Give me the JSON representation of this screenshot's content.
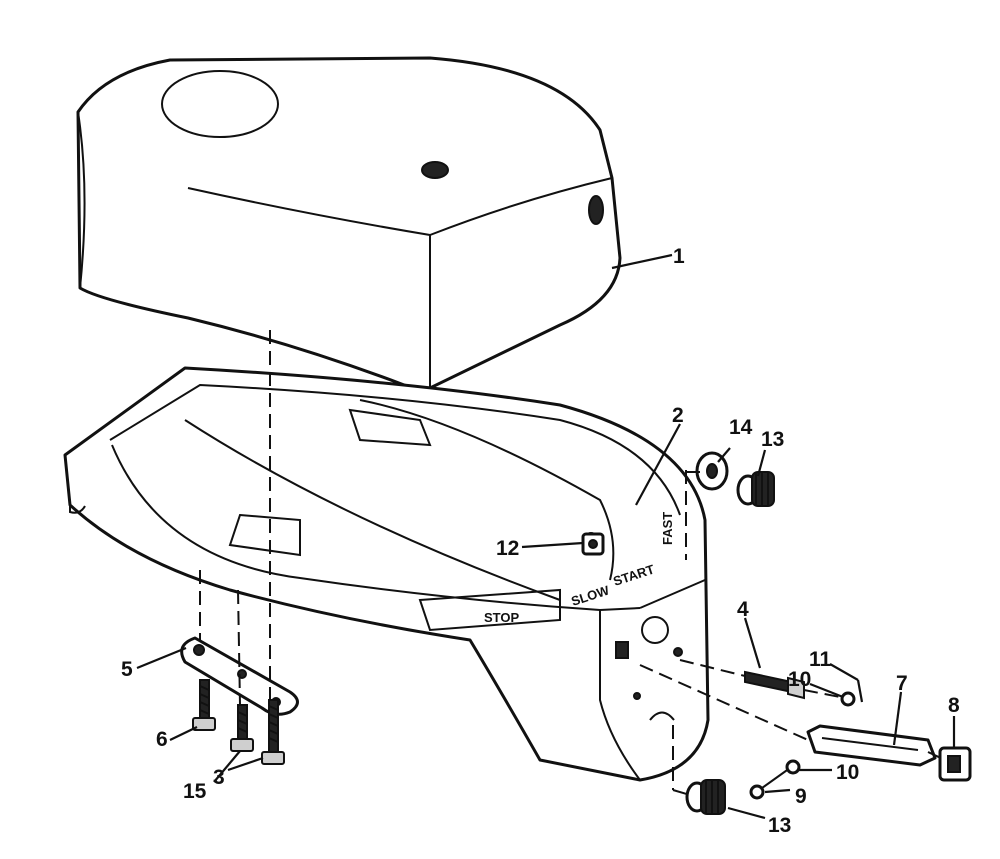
{
  "callouts": [
    {
      "id": "part-1",
      "label": "1"
    },
    {
      "id": "part-2",
      "label": "2"
    },
    {
      "id": "part-3",
      "label": "3"
    },
    {
      "id": "part-4",
      "label": "4"
    },
    {
      "id": "part-5",
      "label": "5"
    },
    {
      "id": "part-6",
      "label": "6"
    },
    {
      "id": "part-7",
      "label": "7"
    },
    {
      "id": "part-8",
      "label": "8"
    },
    {
      "id": "part-9",
      "label": "9"
    },
    {
      "id": "part-10a",
      "label": "10"
    },
    {
      "id": "part-10b",
      "label": "10"
    },
    {
      "id": "part-11",
      "label": "11"
    },
    {
      "id": "part-12",
      "label": "12"
    },
    {
      "id": "part-13a",
      "label": "13"
    },
    {
      "id": "part-13b",
      "label": "13"
    },
    {
      "id": "part-14",
      "label": "14"
    },
    {
      "id": "part-15",
      "label": "15"
    }
  ],
  "panel_labels": {
    "stop": "STOP",
    "slow": "SLOW",
    "start": "START",
    "fast": "FAST"
  }
}
